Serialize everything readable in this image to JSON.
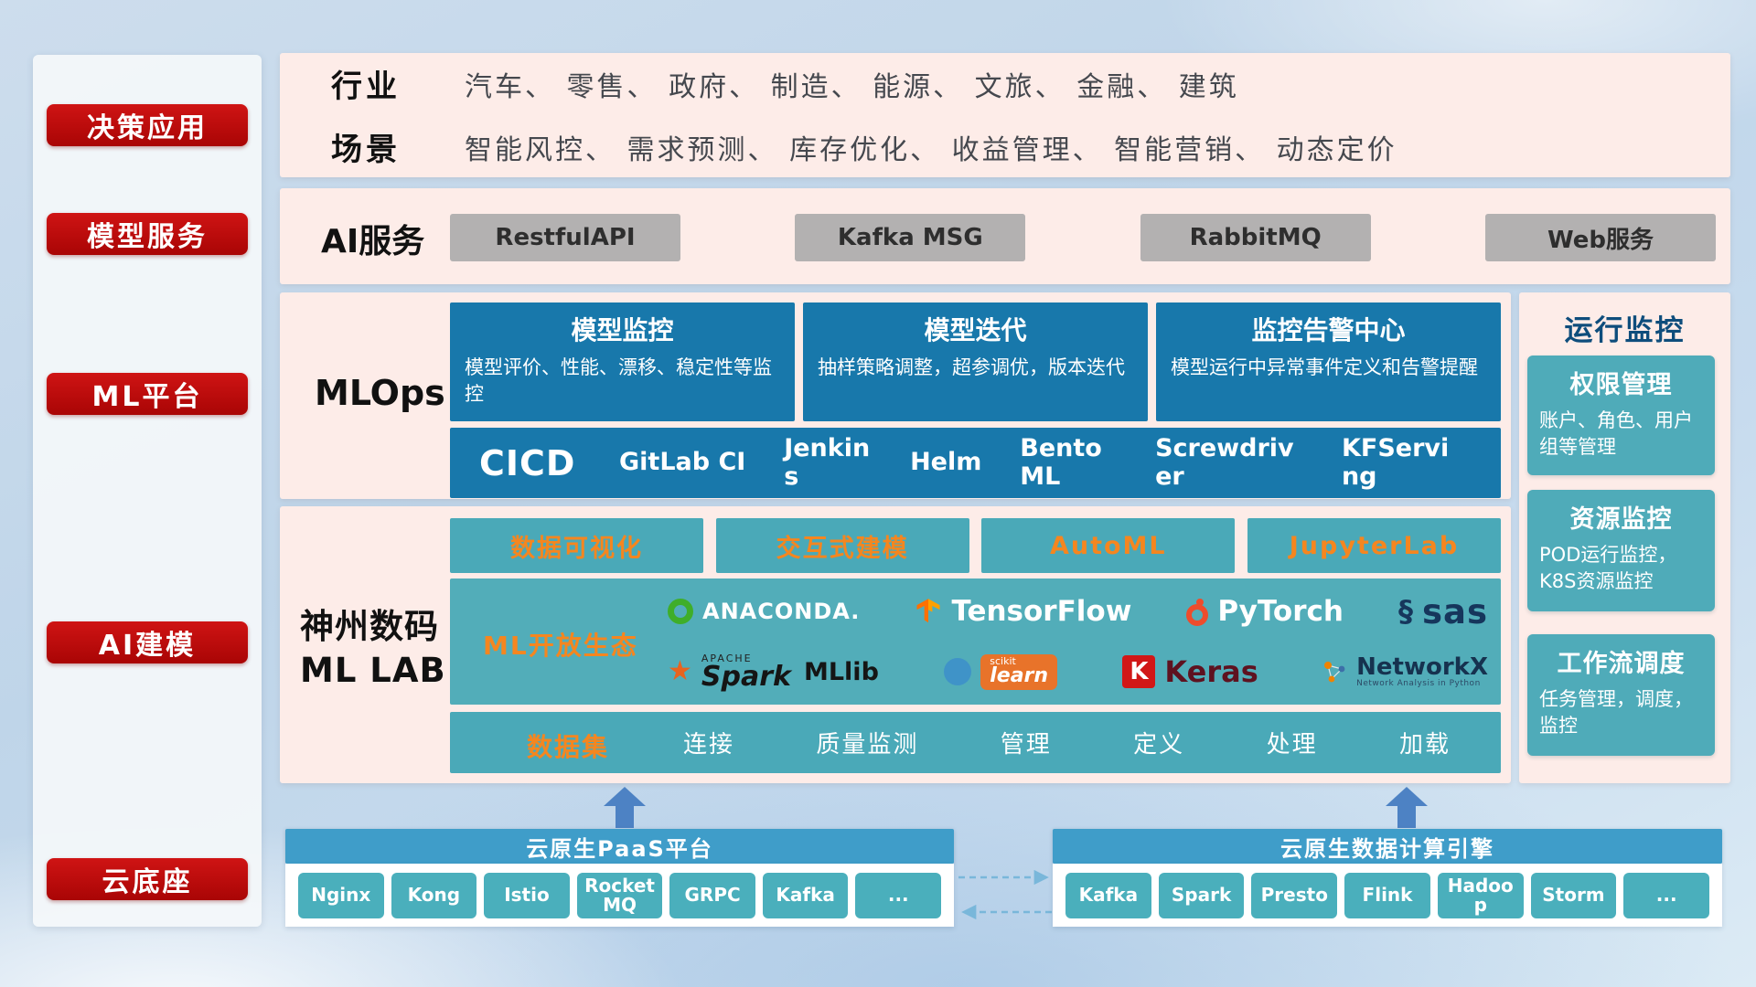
{
  "colors": {
    "accent_red": "#c00000",
    "panel_pink": "#fdece8",
    "primary_blue": "#1878ab",
    "teal": "#4aa9b8",
    "orange": "#f5861f",
    "bar_blue": "#3f9dc9",
    "gray_button": "#b3b1b1"
  },
  "sidebar": {
    "items": [
      {
        "label": "决策应用"
      },
      {
        "label": "模型服务"
      },
      {
        "label": "ML平台"
      },
      {
        "label": "AI建模"
      },
      {
        "label": "云底座"
      }
    ]
  },
  "industry": {
    "rows": [
      {
        "label": "行业",
        "text": "汽车、 零售、 政府、 制造、 能源、 文旅、 金融、 建筑"
      },
      {
        "label": "场景",
        "text": "智能风控、 需求预测、 库存优化、 收益管理、 智能营销、 动态定价"
      }
    ]
  },
  "ai_service": {
    "label": "AI服务",
    "buttons": [
      "RestfulAPI",
      "Kafka MSG",
      "RabbitMQ",
      "Web服务"
    ]
  },
  "mlops": {
    "label": "MLOps",
    "cards": [
      {
        "title": "模型监控",
        "desc": "模型评价、性能、漂移、稳定性等监控"
      },
      {
        "title": "模型迭代",
        "desc": "抽样策略调整，超参调优，版本迭代"
      },
      {
        "title": "监控告警中心",
        "desc": "模型运行中异常事件定义和告警提醒"
      }
    ],
    "cicd": {
      "label": "CICD",
      "items": [
        "GitLab CI",
        "Jenkins",
        "Helm",
        "BentoML",
        "Screwdriver",
        "KFServing"
      ]
    }
  },
  "monitoring": {
    "title": "运行监控",
    "cards": [
      {
        "title": "权限管理",
        "desc": "账户、角色、用户组等管理"
      },
      {
        "title": "资源监控",
        "desc": "POD运行监控，K8S资源监控"
      },
      {
        "title": "工作流调度",
        "desc": "任务管理，调度，监控"
      }
    ]
  },
  "ml_lab": {
    "label_line1": "神州数码",
    "label_line2": "ML LAB",
    "tools": [
      "数据可视化",
      "交互式建模",
      "AutoML",
      "JupyterLab"
    ],
    "ecosystem": {
      "label": "ML开放生态",
      "logos": [
        {
          "name": "Anaconda",
          "text": "ANACONDA."
        },
        {
          "name": "TensorFlow",
          "text": "TensorFlow"
        },
        {
          "name": "PyTorch",
          "text": "PyTorch"
        },
        {
          "name": "SAS",
          "text": "sas"
        },
        {
          "name": "Apache Spark",
          "sub": "APACHE",
          "text": "Spark",
          "extra": "MLlib"
        },
        {
          "name": "scikit-learn",
          "sub": "scikit",
          "text": "learn"
        },
        {
          "name": "Keras",
          "initial": "K",
          "text": "Keras"
        },
        {
          "name": "NetworkX",
          "text": "NetworkX",
          "sub": "Network Analysis in Python"
        }
      ]
    },
    "dataset": {
      "label": "数据集",
      "items": [
        "连接",
        "质量监测",
        "管理",
        "定义",
        "处理",
        "加载"
      ]
    }
  },
  "cloud": {
    "paas": {
      "title": "云原生PaaS平台",
      "items": [
        "Nginx",
        "Kong",
        "Istio",
        "RocketMQ",
        "GRPC",
        "Kafka",
        "..."
      ]
    },
    "engine": {
      "title": "云原生数据计算引擎",
      "items": [
        "Kafka",
        "Spark",
        "Presto",
        "Flink",
        "Hadoop",
        "Storm",
        "..."
      ]
    }
  }
}
